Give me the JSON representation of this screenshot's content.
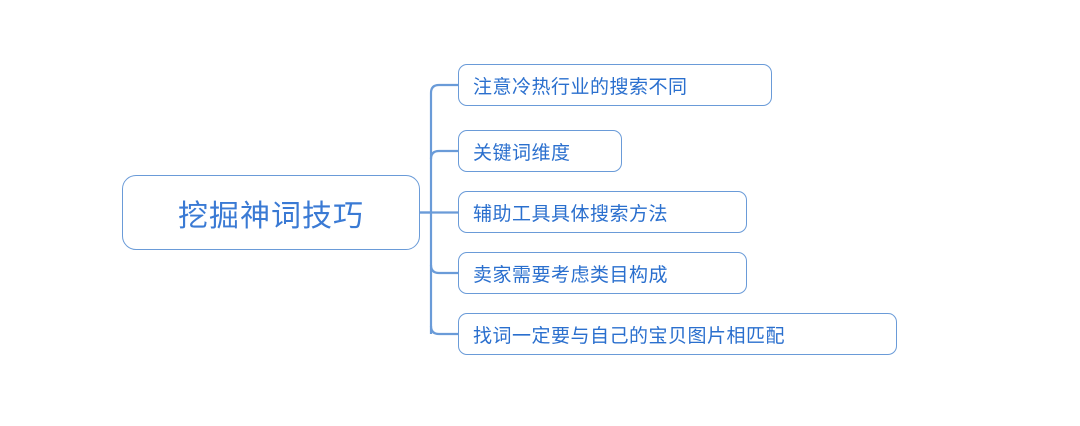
{
  "diagram": {
    "type": "mind-map",
    "orientation": "left-to-right",
    "background_color": "#ffffff",
    "node_border_color": "#6a9bd8",
    "connector_color": "#6a9bd8",
    "root_text_color": "#3a7ad4",
    "child_text_color": "#2a6fce",
    "root": {
      "label": "挖掘神词技巧"
    },
    "children": [
      {
        "label": "注意冷热行业的搜索不同"
      },
      {
        "label": "关键词维度"
      },
      {
        "label": "辅助工具具体搜索方法"
      },
      {
        "label": "卖家需要考虑类目构成"
      },
      {
        "label": "找词一定要与自己的宝贝图片相匹配"
      }
    ]
  }
}
